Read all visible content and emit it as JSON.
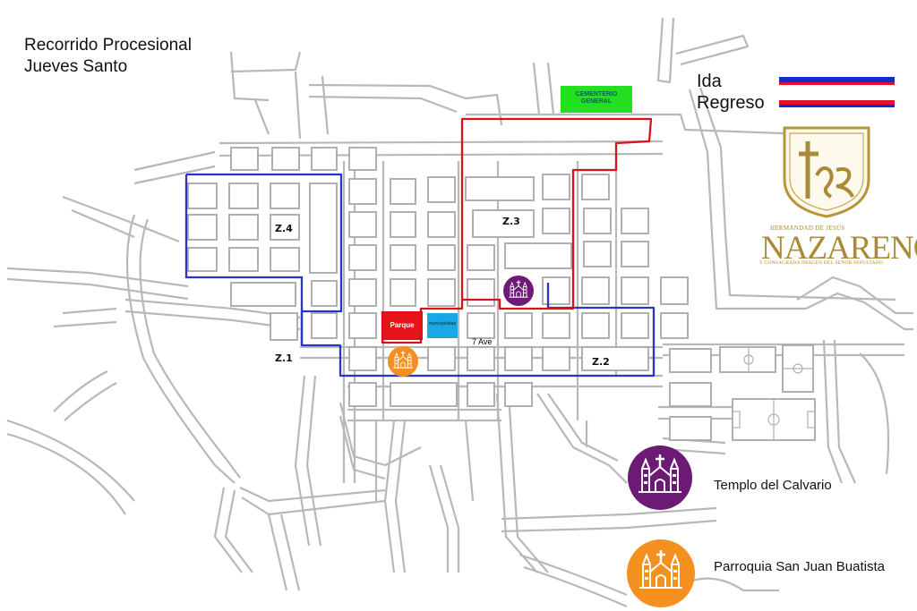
{
  "title": {
    "line1": "Recorrido Procesional",
    "line2": "Jueves Santo"
  },
  "legend": {
    "ida": {
      "label": "Ida",
      "colors": [
        "#0b2fd1",
        "#e5102b"
      ]
    },
    "regreso": {
      "label": "Regreso",
      "colors": [
        "#e5102b",
        "#0b2fd1"
      ]
    }
  },
  "colors": {
    "ida_route": "#2b34c6",
    "regreso_route": "#d9131c",
    "streets": "#b8b8b8",
    "cementerio": "#22e020",
    "parque": "#e8141a",
    "municipalidad": "#1aa7e6",
    "templo": "#6d1a76",
    "parroquia": "#f3901f",
    "brand_gold": "#a98a36"
  },
  "map": {
    "cementerio_label": "CEMENTERIO GENERAL",
    "parque_label": "Parque",
    "municipalidad_label": "municipalidad",
    "street_label": "7 Ave",
    "zones": [
      "Z.1",
      "Z.2",
      "Z.3",
      "Z.4"
    ]
  },
  "brand": {
    "monogram": "IHS",
    "top_text": "HERMANDAD DE JESÚS",
    "main_text": "NAZARENO",
    "bottom_text": "Y CONSAGRADA IMAGEN DEL SEÑOR SEPULTADO"
  },
  "pois": [
    {
      "label": "Templo del Calvario",
      "icon": "church-icon"
    },
    {
      "label": "Parroquia San Juan Buatista",
      "icon": "church-icon"
    }
  ]
}
